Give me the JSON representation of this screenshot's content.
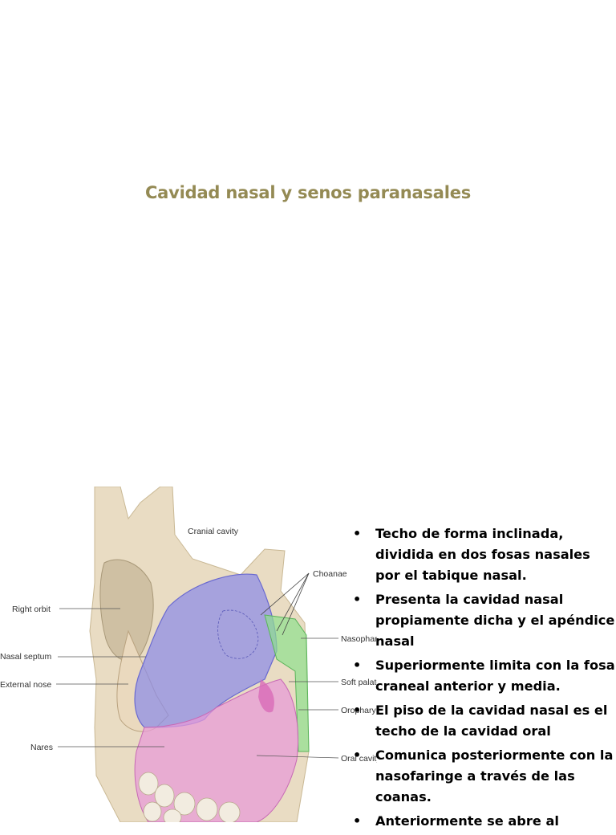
{
  "slide": {
    "title": "Cavidad nasal y senos paranasales"
  },
  "figure": {
    "labels": {
      "cranial_cavity": "Cranial cavity",
      "choanae": "Choanae",
      "right_orbit": "Right orbit",
      "nasopharynx": "Nasopharynx",
      "nasal_septum": "Nasal septum",
      "soft_palate": "Soft palate",
      "external_nose": "External nose",
      "oropharynx": "Oropharynx",
      "nares": "Nares",
      "oral_cavity": "Oral cavity"
    }
  },
  "bullets": [
    "Techo de forma inclinada, dividida en dos fosas nasales por el tabique nasal.",
    "Presenta la cavidad nasal propiamente dicha y el apéndice nasal",
    "Superiormente limita con la fosa craneal anterior y media.",
    "El piso de la cavidad nasal es el techo de la cavidad oral",
    "Comunica posteriormente con la nasofaringe a través de las coanas.",
    "Anteriormente se abre al"
  ],
  "colors": {
    "title": "#948a54",
    "nasal_region": "#8c8ce8",
    "oral_region": "#e89ad8",
    "pharynx_region": "#8fe08f",
    "bone": "#e8dcc4"
  }
}
